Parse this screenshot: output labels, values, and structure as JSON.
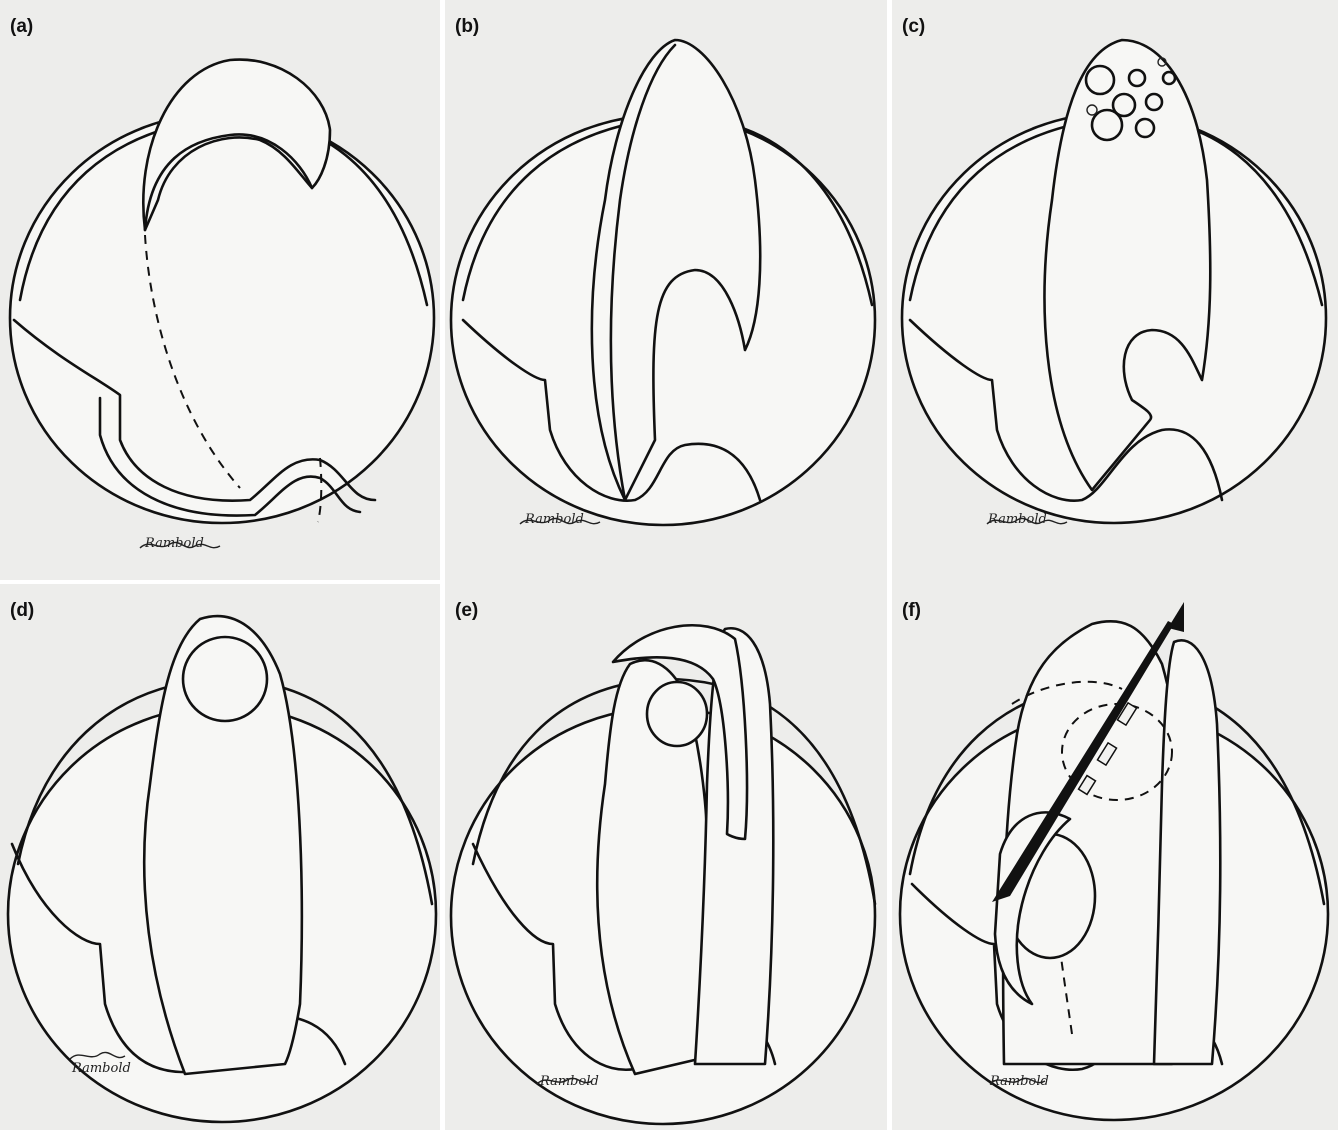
{
  "figure": {
    "panels": [
      {
        "label": "(a)",
        "signature": "Rambold"
      },
      {
        "label": "(b)",
        "signature": "Rambold"
      },
      {
        "label": "(c)",
        "signature": "Rambold"
      },
      {
        "label": "(d)",
        "signature": "Rambold"
      },
      {
        "label": "(e)",
        "signature": "Rambold"
      },
      {
        "label": "(f)",
        "signature": "Rambold"
      }
    ]
  }
}
